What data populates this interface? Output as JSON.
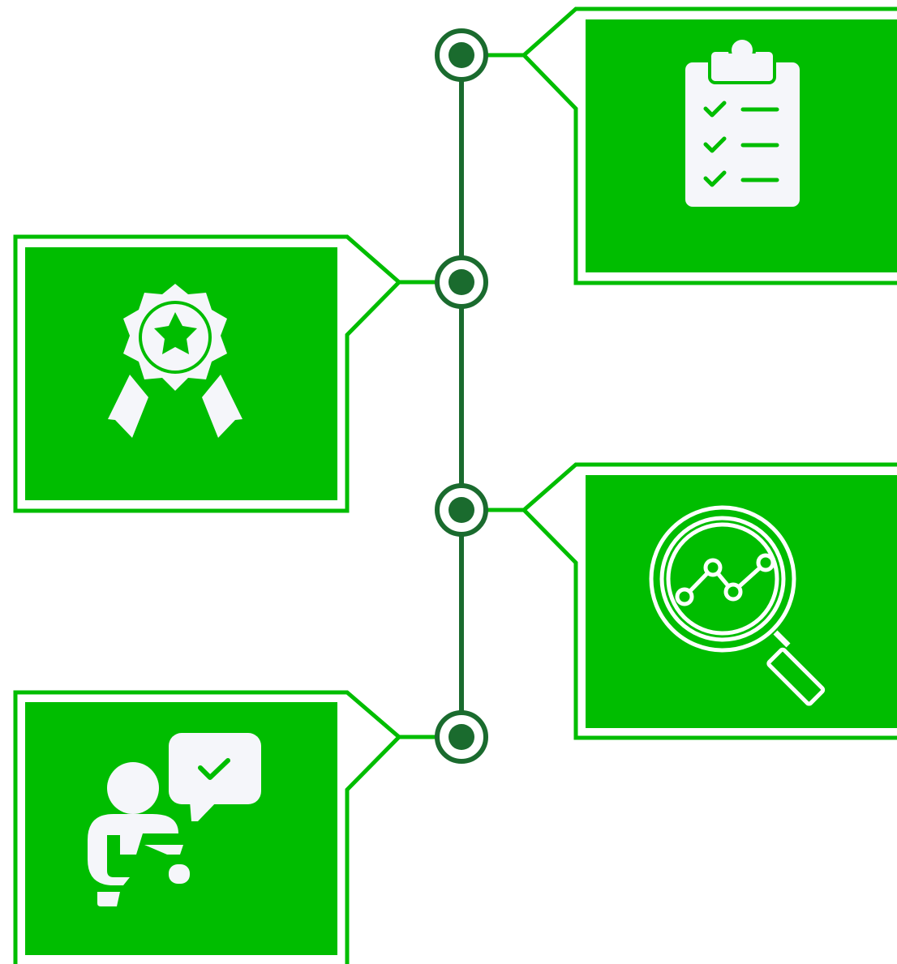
{
  "colors": {
    "card_fill": "#00bd00",
    "card_border": "#00bd00",
    "timeline": "#1a6b2e",
    "connector": "#00bd00",
    "node_fill": "#1a6b2e",
    "icon": "#f5f6fa",
    "background": "#ffffff"
  },
  "timeline": {
    "nodes": [
      {
        "name": "node-1",
        "side": "right",
        "icon": "clipboard-checklist-icon"
      },
      {
        "name": "node-2",
        "side": "left",
        "icon": "award-ribbon-icon"
      },
      {
        "name": "node-3",
        "side": "right",
        "icon": "magnifier-chart-icon"
      },
      {
        "name": "node-4",
        "side": "left",
        "icon": "person-approval-message-icon"
      }
    ]
  }
}
